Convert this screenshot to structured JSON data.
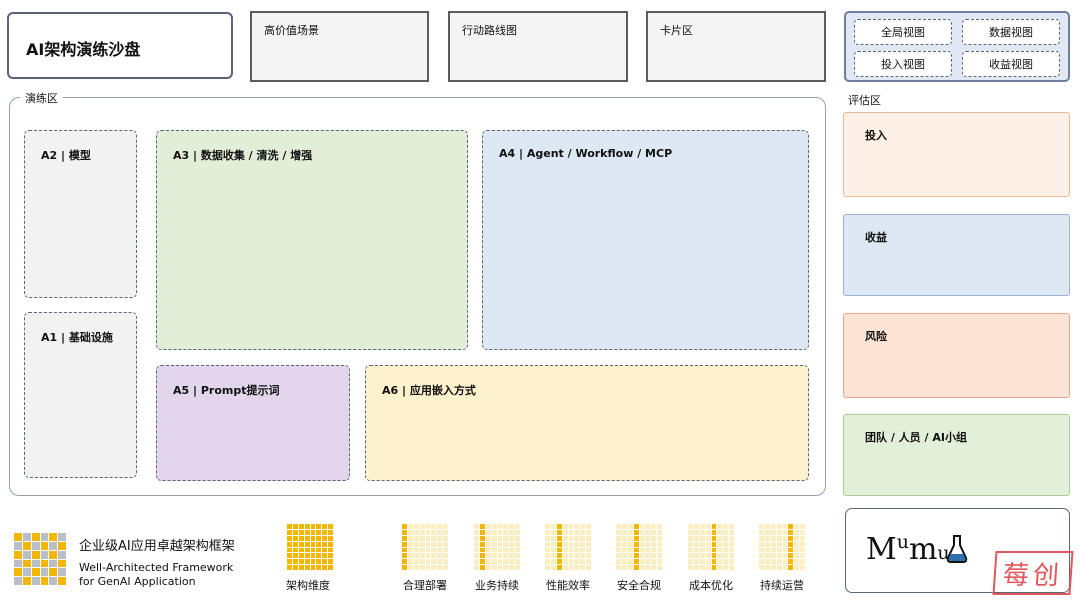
{
  "header": {
    "title": "AI架构演练沙盘",
    "tabs": [
      "高价值场景",
      "行动路线图",
      "卡片区"
    ]
  },
  "views": [
    "全局视图",
    "数据视图",
    "投入视图",
    "收益视图"
  ],
  "drill": {
    "label": "演练区",
    "areas": {
      "a2": "A2 | 模型",
      "a1": "A1 | 基础设施",
      "a3": "A3 | 数据收集 / 清洗 / 增强",
      "a4": "A4 | Agent / Workflow / MCP",
      "a5": "A5 | Prompt提示词",
      "a6": "A6 | 应用嵌入方式"
    }
  },
  "evaluation": {
    "label": "评估区",
    "items": [
      "投入",
      "收益",
      "风险",
      "团队 / 人员 / AI小组"
    ]
  },
  "legend": {
    "framework_cn": "企业级AI应用卓越架构框架",
    "framework_en_line1": "Well-Architected Framework",
    "framework_en_line2": "for GenAI Application",
    "dimension_label": "架构维度",
    "pillars": [
      "合理部署",
      "业务持续",
      "性能效率",
      "安全合规",
      "成本优化",
      "持续运营"
    ]
  },
  "logo": {
    "text": "MuMu"
  },
  "stamp": {
    "text": "莓创"
  },
  "colors": {
    "a2_a1": "#f2f2f2",
    "a3": "#e2eed8",
    "a4": "#dde8f4",
    "a5": "#e2d6ec",
    "a6": "#fdf1ce",
    "invest": "#fdf0e6",
    "revenue": "#dde8f4",
    "risk": "#fbe4d6",
    "team": "#e2f0d9",
    "pillar": "#f2b705"
  }
}
